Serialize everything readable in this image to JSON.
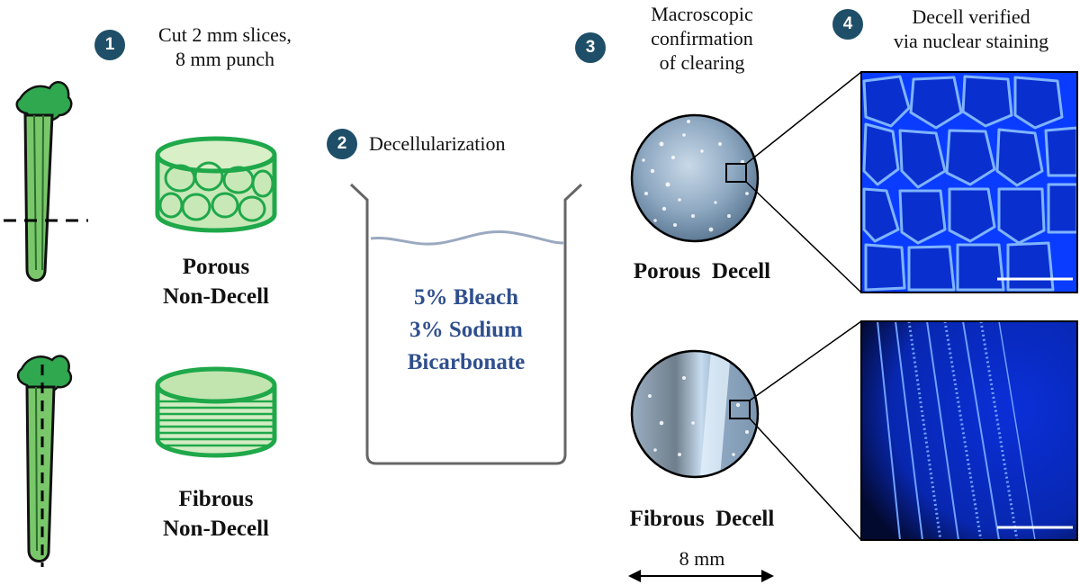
{
  "steps": [
    {
      "number": "1",
      "text_line1": "Cut 2 mm slices,",
      "text_line2": "8 mm punch"
    },
    {
      "number": "2",
      "text": "Decellularization"
    },
    {
      "number": "3",
      "text_line1": "Macroscopic",
      "text_line2": "confirmation",
      "text_line3": "of clearing"
    },
    {
      "number": "4",
      "text_line1": "Decell verified",
      "text_line2": "via nuclear staining"
    }
  ],
  "scaffolds": {
    "porous": {
      "line1": "Porous",
      "line2": "Non-Decell"
    },
    "fibrous": {
      "line1": "Fibrous",
      "line2": "Non-Decell"
    }
  },
  "beaker": {
    "line1": "5% Bleach",
    "line2": "3% Sodium",
    "line3": "Bicarbonate"
  },
  "decell_labels": {
    "porous": "Porous  Decell",
    "fibrous": "Fibrous  Decell"
  },
  "scale": {
    "label": "8 mm"
  },
  "colors": {
    "badge": "#1f4e68",
    "celery": "#2fa84f",
    "scaffold_green": "#1fa84a",
    "beaker_text": "#2f4f8e",
    "fluorescence": "#0a3cff"
  },
  "icons": [
    "celery-icon",
    "porous-scaffold-icon",
    "fibrous-scaffold-icon",
    "beaker-icon",
    "sample-disc-icon",
    "fluorescence-micrograph-icon"
  ]
}
